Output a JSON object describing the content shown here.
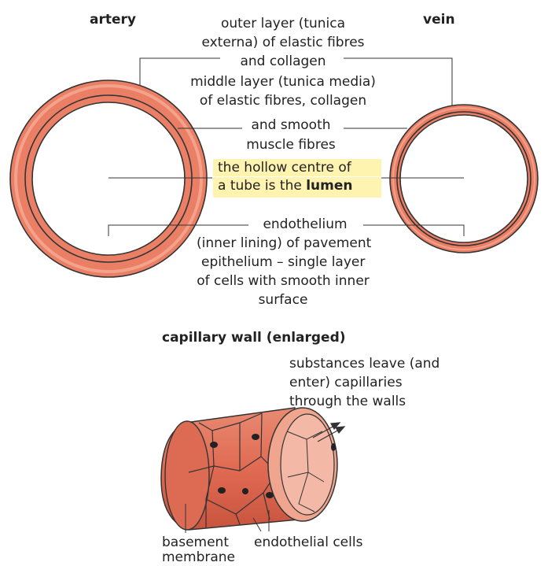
{
  "labels": {
    "artery": "artery",
    "vein": "vein",
    "outer_layer": [
      "outer layer (tunica",
      "externa) of elastic fibres",
      "and collagen"
    ],
    "middle_layer": [
      "middle layer (tunica media)",
      "of elastic fibres, collagen",
      "and smooth",
      "muscle fibres"
    ],
    "lumen_prefix": "the hollow centre of",
    "lumen_line2": "a tube is the",
    "lumen_bold": "lumen",
    "endothelium": [
      "endothelium",
      "(inner lining) of pavement",
      "epithelium – single layer",
      "of cells with smooth inner",
      "surface"
    ],
    "capillary_title": "capillary wall (enlarged)",
    "substances": [
      "substances leave (and",
      "enter) capillaries",
      "through the walls"
    ],
    "basement": [
      "basement",
      "membrane"
    ],
    "endothelial_cells": "endothelial cells"
  },
  "colors": {
    "wall": "#ea7f66",
    "wall_light": "#f3a088",
    "wall_dark": "#c95a44",
    "outline": "#333333",
    "highlight": "#fff3b0"
  }
}
